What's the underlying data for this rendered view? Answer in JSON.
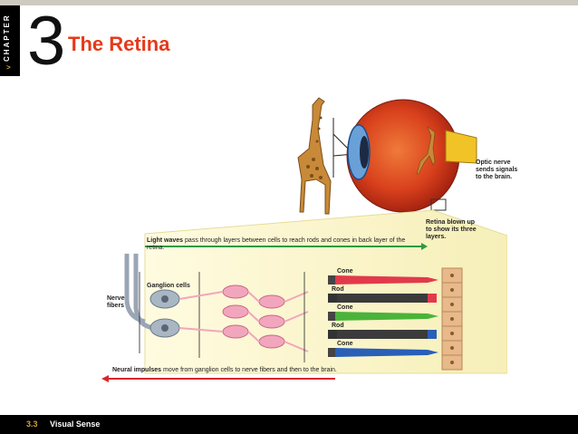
{
  "header": {
    "chapter_word": "CHAPTER",
    "chapter_number": "3",
    "title": "The Retina"
  },
  "figure": {
    "optic_nerve_label": "Optic nerve sends signals to the brain.",
    "retina_label": "Retina blown up to show its three layers.",
    "light_waves_bold": "Light waves",
    "light_waves_rest": "pass through layers between cells to reach rods and cones in back layer of the retina.",
    "ganglion_cells": "Ganglion cells",
    "nerve_fibers": "Nerve fibers",
    "receptors": [
      "Cone",
      "Rod",
      "Cone",
      "Rod",
      "Cone"
    ],
    "neural_impulses_bold": "Neural impulses",
    "neural_impulses_rest": "move from ganglion cells to nerve fibers and then to the brain.",
    "colors": {
      "cone_red": "#e23a4a",
      "rod_dark": "#3b3b3b",
      "cone_green": "#4bb33a",
      "cone_blue": "#2a5fb8",
      "light_arrow": "#2f9a3c",
      "neural_arrow": "#d8262a"
    }
  },
  "footer": {
    "page": "3.3",
    "title": "Visual Sense"
  }
}
